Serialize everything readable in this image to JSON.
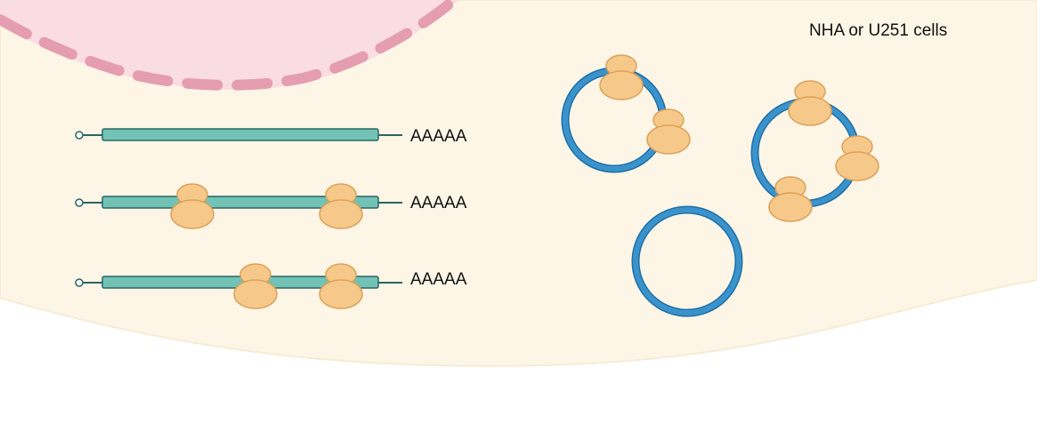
{
  "cell_label": "NHA or U251 cells",
  "mrna_rows": [
    {
      "tail_label": "AAAAA",
      "ribosomes": 0
    },
    {
      "tail_label": "AAAAA",
      "ribosomes": 2
    },
    {
      "tail_label": "AAAAA",
      "ribosomes": 2
    }
  ],
  "circular_rnas": [
    {
      "ribosomes": 2
    },
    {
      "ribosomes": 3
    },
    {
      "ribosomes": 0
    }
  ],
  "colors": {
    "cytoplasm": "#fdf6e6",
    "nucleus": "#f9dde2",
    "nuclear_envelope": "#e59db0",
    "mrna_strand": "#72c2b6",
    "mrna_outline": "#2a6660",
    "circrna": "#3b93cc",
    "ribosome": "#f6c98a",
    "ribosome_outline": "#dca15a"
  }
}
